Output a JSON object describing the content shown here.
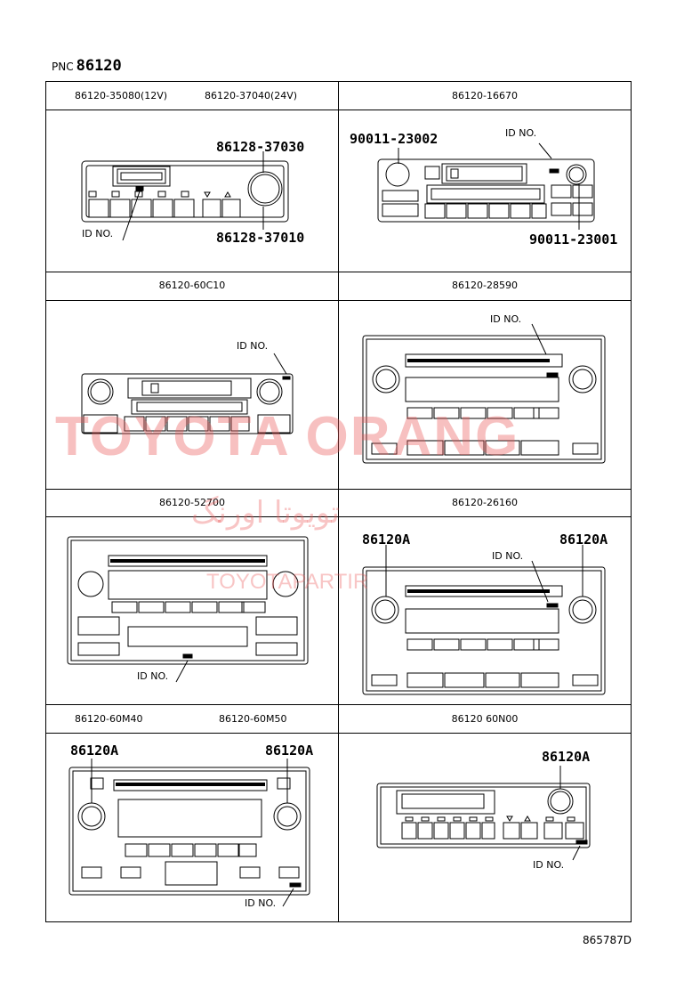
{
  "pnc": {
    "prefix": "PNC",
    "number": "86120"
  },
  "cells": [
    {
      "headers": [
        "86120-35080(12V)",
        "86120-37040(24V)"
      ],
      "labels": [
        "86128-37030",
        "86128-37010"
      ],
      "id_no": "ID NO."
    },
    {
      "headers": [
        "86120-16670"
      ],
      "labels": [
        "90011-23002",
        "90011-23001"
      ],
      "id_no": "ID NO."
    },
    {
      "headers": [
        "86120-60C10"
      ],
      "labels": [],
      "id_no": "ID NO."
    },
    {
      "headers": [
        "86120-28590"
      ],
      "labels": [],
      "id_no": "ID NO."
    },
    {
      "headers": [
        "86120-52700"
      ],
      "labels": [],
      "id_no": "ID NO."
    },
    {
      "headers": [
        "86120-26160"
      ],
      "labels": [
        "86120A",
        "86120A"
      ],
      "id_no": "ID NO."
    },
    {
      "headers": [
        "86120-60M40",
        "86120-60M50"
      ],
      "labels": [
        "86120A",
        "86120A"
      ],
      "id_no": "ID NO."
    },
    {
      "headers": [
        "86120  60N00"
      ],
      "labels": [
        "86120A"
      ],
      "id_no": "ID NO."
    }
  ],
  "figure_number": "865787D",
  "watermark": {
    "en": "TOYOTA ORANG",
    "fa": "تویوتا اورنگ",
    "site": "TOYOTAPARTIR"
  },
  "colors": {
    "line": "#000000",
    "watermark": "#eb5a5a"
  }
}
